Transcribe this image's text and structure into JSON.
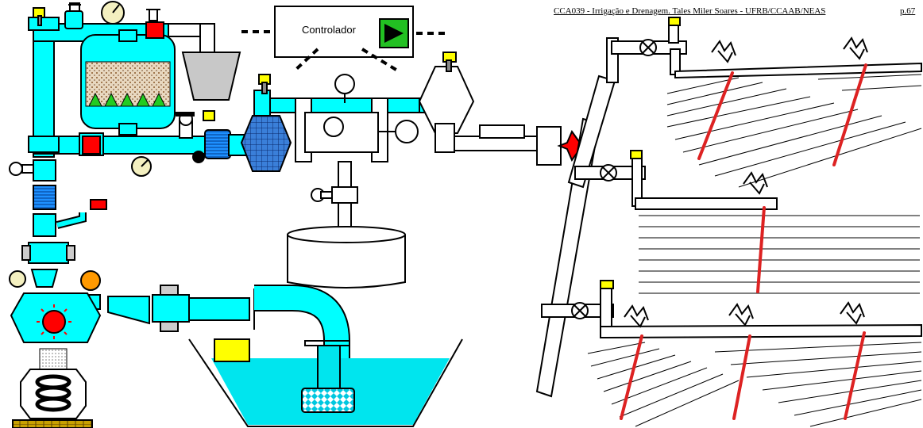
{
  "header": {
    "course": "CCA039 - Irrigação e Drenagem. Tales Miler Soares - UFRB/CCAAB/NEAS",
    "page": "p.67"
  },
  "controller": {
    "label": "Controlador"
  },
  "colors": {
    "pipe": "#00ffff",
    "valve": "#ffff00",
    "alert": "#ff0000",
    "emitter_line": "#dd2222",
    "water": "#00e5ee",
    "ground_line": "#000000"
  }
}
